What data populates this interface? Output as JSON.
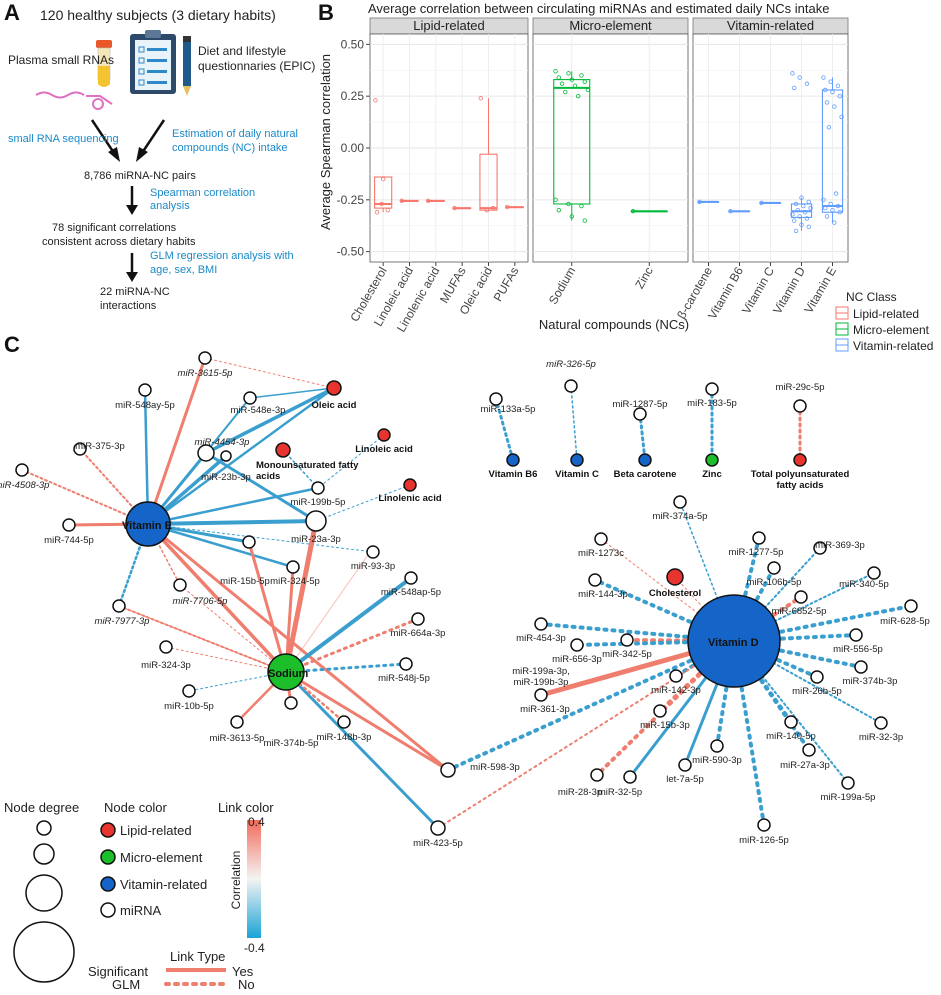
{
  "panel_a": {
    "letter": "A",
    "title": "120 healthy subjects (3 dietary habits)",
    "plasma_label": "Plasma small RNAs",
    "questionnaire_label_1": "Diet and lifestyle",
    "questionnaire_label_2": "questionnaries (EPIC)",
    "seq_label": "small RNA sequencing",
    "estimation_label_1": "Estimation of daily natural",
    "estimation_label_2": "compounds (NC) intake",
    "pairs_label": "8,786  miRNA-NC pairs",
    "spearman_label_1": "Spearman correlation",
    "spearman_label_2": "analysis",
    "significant_label_1": "78 significant correlations",
    "significant_label_2": "consistent across dietary habits",
    "glm_label_1": "GLM regression analysis with",
    "glm_label_2": "age, sex, BMI",
    "final_label_1": "22 miRNA-NC",
    "final_label_2": "interactions"
  },
  "panel_b": {
    "letter": "B",
    "legend_title": "NC Class",
    "legend_items": [
      "Lipid-related",
      "Micro-element",
      "Vitamin-related"
    ]
  },
  "chart_data": {
    "type": "box",
    "title": "Average correlation between circulating miRNAs and estimated daily NCs intake",
    "xlabel": "Natural compounds (NCs)",
    "ylabel": "Average Spearman correlation",
    "ylim": [
      -0.55,
      0.55
    ],
    "yticks": [
      "0.50",
      "0.25",
      "0.00",
      "-0.25",
      "-0.50"
    ],
    "ytick_values": [
      0.5,
      0.25,
      0.0,
      -0.25,
      -0.5
    ],
    "grid": true,
    "facets": [
      {
        "name": "Lipid-related",
        "color": "#f8766d",
        "categories": [
          "Cholesterol",
          "Linoleic acid",
          "Linolenic acid",
          "MUFAs",
          "Oleic acid",
          "PUFAs"
        ],
        "boxes": [
          {
            "q1": -0.29,
            "median": -0.27,
            "q3": -0.14,
            "min": -0.31,
            "max": -0.14,
            "points": [
              0.23,
              -0.27,
              -0.3,
              -0.31,
              -0.15
            ]
          },
          {
            "q1": -0.255,
            "median": -0.255,
            "q3": -0.255,
            "min": -0.255,
            "max": -0.255,
            "points": [
              -0.255
            ]
          },
          {
            "q1": -0.255,
            "median": -0.255,
            "q3": -0.255,
            "min": -0.255,
            "max": -0.255,
            "points": [
              -0.255
            ]
          },
          {
            "q1": -0.29,
            "median": -0.29,
            "q3": -0.29,
            "min": -0.29,
            "max": -0.29,
            "points": [
              -0.29
            ]
          },
          {
            "q1": -0.3,
            "median": -0.29,
            "q3": -0.03,
            "min": -0.3,
            "max": 0.24,
            "points": [
              0.24,
              -0.3,
              -0.29
            ]
          },
          {
            "q1": -0.285,
            "median": -0.285,
            "q3": -0.285,
            "min": -0.285,
            "max": -0.285,
            "points": [
              -0.285
            ]
          }
        ]
      },
      {
        "name": "Micro-element",
        "color": "#00ba38",
        "categories": [
          "Sodium",
          "Zinc"
        ],
        "boxes": [
          {
            "q1": -0.27,
            "median": 0.29,
            "q3": 0.33,
            "min": -0.35,
            "max": 0.37,
            "points": [
              0.37,
              0.36,
              0.35,
              0.34,
              0.33,
              0.32,
              0.31,
              0.3,
              0.28,
              0.27,
              0.25,
              -0.25,
              -0.27,
              -0.28,
              -0.3,
              -0.33,
              -0.35
            ]
          },
          {
            "q1": -0.305,
            "median": -0.305,
            "q3": -0.305,
            "min": -0.305,
            "max": -0.305,
            "points": [
              -0.305
            ]
          }
        ]
      },
      {
        "name": "Vitamin-related",
        "color": "#619cff",
        "categories": [
          "β-carotene",
          "Vitamin B6",
          "Vitamin C",
          "Vitamin D",
          "Vitamin E"
        ],
        "boxes": [
          {
            "q1": -0.26,
            "median": -0.26,
            "q3": -0.26,
            "min": -0.26,
            "max": -0.26,
            "points": [
              -0.26
            ]
          },
          {
            "q1": -0.305,
            "median": -0.305,
            "q3": -0.305,
            "min": -0.305,
            "max": -0.305,
            "points": [
              -0.305
            ]
          },
          {
            "q1": -0.265,
            "median": -0.265,
            "q3": -0.265,
            "min": -0.265,
            "max": -0.265,
            "points": [
              -0.265
            ]
          },
          {
            "q1": -0.335,
            "median": -0.305,
            "q3": -0.27,
            "min": -0.4,
            "max": -0.24,
            "points": [
              0.36,
              0.34,
              0.31,
              0.29,
              -0.24,
              -0.26,
              -0.27,
              -0.28,
              -0.29,
              -0.3,
              -0.31,
              -0.32,
              -0.33,
              -0.34,
              -0.35,
              -0.37,
              -0.38,
              -0.4
            ]
          },
          {
            "q1": -0.31,
            "median": -0.28,
            "q3": 0.28,
            "min": -0.36,
            "max": 0.34,
            "points": [
              0.34,
              0.32,
              0.3,
              0.28,
              0.27,
              0.25,
              0.22,
              0.2,
              0.15,
              0.1,
              -0.22,
              -0.25,
              -0.27,
              -0.28,
              -0.29,
              -0.3,
              -0.31,
              -0.33,
              -0.36
            ]
          }
        ]
      }
    ]
  },
  "panel_c": {
    "letter": "C",
    "legend": {
      "node_degree_title": "Node degree",
      "node_color_title": "Node color",
      "node_color_items": [
        {
          "label": "Lipid-related",
          "color": "#e8342f"
        },
        {
          "label": "Micro-element",
          "color": "#1cbf2a"
        },
        {
          "label": "Vitamin-related",
          "color": "#1565c8"
        },
        {
          "label": "miRNA",
          "color": "#ffffff"
        }
      ],
      "link_color_title": "Link color",
      "link_color_max": "0.4",
      "link_color_min": "-0.4",
      "link_color_axis": "Correlation",
      "link_type_title": "Link Type",
      "link_type_row1_left": "Significant",
      "link_type_row1_right": "Yes",
      "link_type_row2_left": "GLM",
      "link_type_row2_right": "No"
    }
  }
}
